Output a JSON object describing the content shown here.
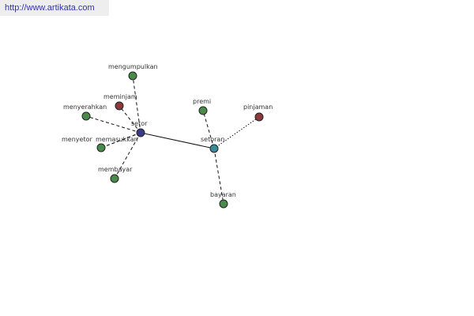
{
  "header": {
    "url": "http://www.artikata.com"
  },
  "graph": {
    "nodes": [
      {
        "id": "setor",
        "label": "setor",
        "color": "#3a3a88"
      },
      {
        "id": "setoran",
        "label": "setoran",
        "color": "#3a8a9a"
      },
      {
        "id": "mengumpulkan",
        "label": "mengumpulkan",
        "color": "#4a8a4a"
      },
      {
        "id": "meminjam",
        "label": "meminjam",
        "color": "#8a3a3a"
      },
      {
        "id": "menyerahkan",
        "label": "menyerahkan",
        "color": "#4a8a4a"
      },
      {
        "id": "menyetor",
        "label": "menyetor",
        "color": "#4a8a4a"
      },
      {
        "id": "memasukkan",
        "label": "memasukkan",
        "color": "#4a8a4a"
      },
      {
        "id": "membayar",
        "label": "membayar",
        "color": "#4a8a4a"
      },
      {
        "id": "premi",
        "label": "premi",
        "color": "#4a8a4a"
      },
      {
        "id": "pinjaman",
        "label": "pinjaman",
        "color": "#8a3a3a"
      },
      {
        "id": "bayaran",
        "label": "bayaran",
        "color": "#4a8a4a"
      }
    ],
    "edges": [
      {
        "from": "setor",
        "to": "setoran",
        "style": "solid"
      },
      {
        "from": "setor",
        "to": "mengumpulkan",
        "style": "dashed"
      },
      {
        "from": "setor",
        "to": "meminjam",
        "style": "dashed"
      },
      {
        "from": "setor",
        "to": "menyerahkan",
        "style": "dashed"
      },
      {
        "from": "setor",
        "to": "menyetor",
        "style": "dashed"
      },
      {
        "from": "setor",
        "to": "memasukkan",
        "style": "dashed"
      },
      {
        "from": "setor",
        "to": "membayar",
        "style": "dashed"
      },
      {
        "from": "setoran",
        "to": "premi",
        "style": "dashed"
      },
      {
        "from": "setoran",
        "to": "pinjaman",
        "style": "dotted"
      },
      {
        "from": "setoran",
        "to": "bayaran",
        "style": "dashed"
      }
    ]
  }
}
